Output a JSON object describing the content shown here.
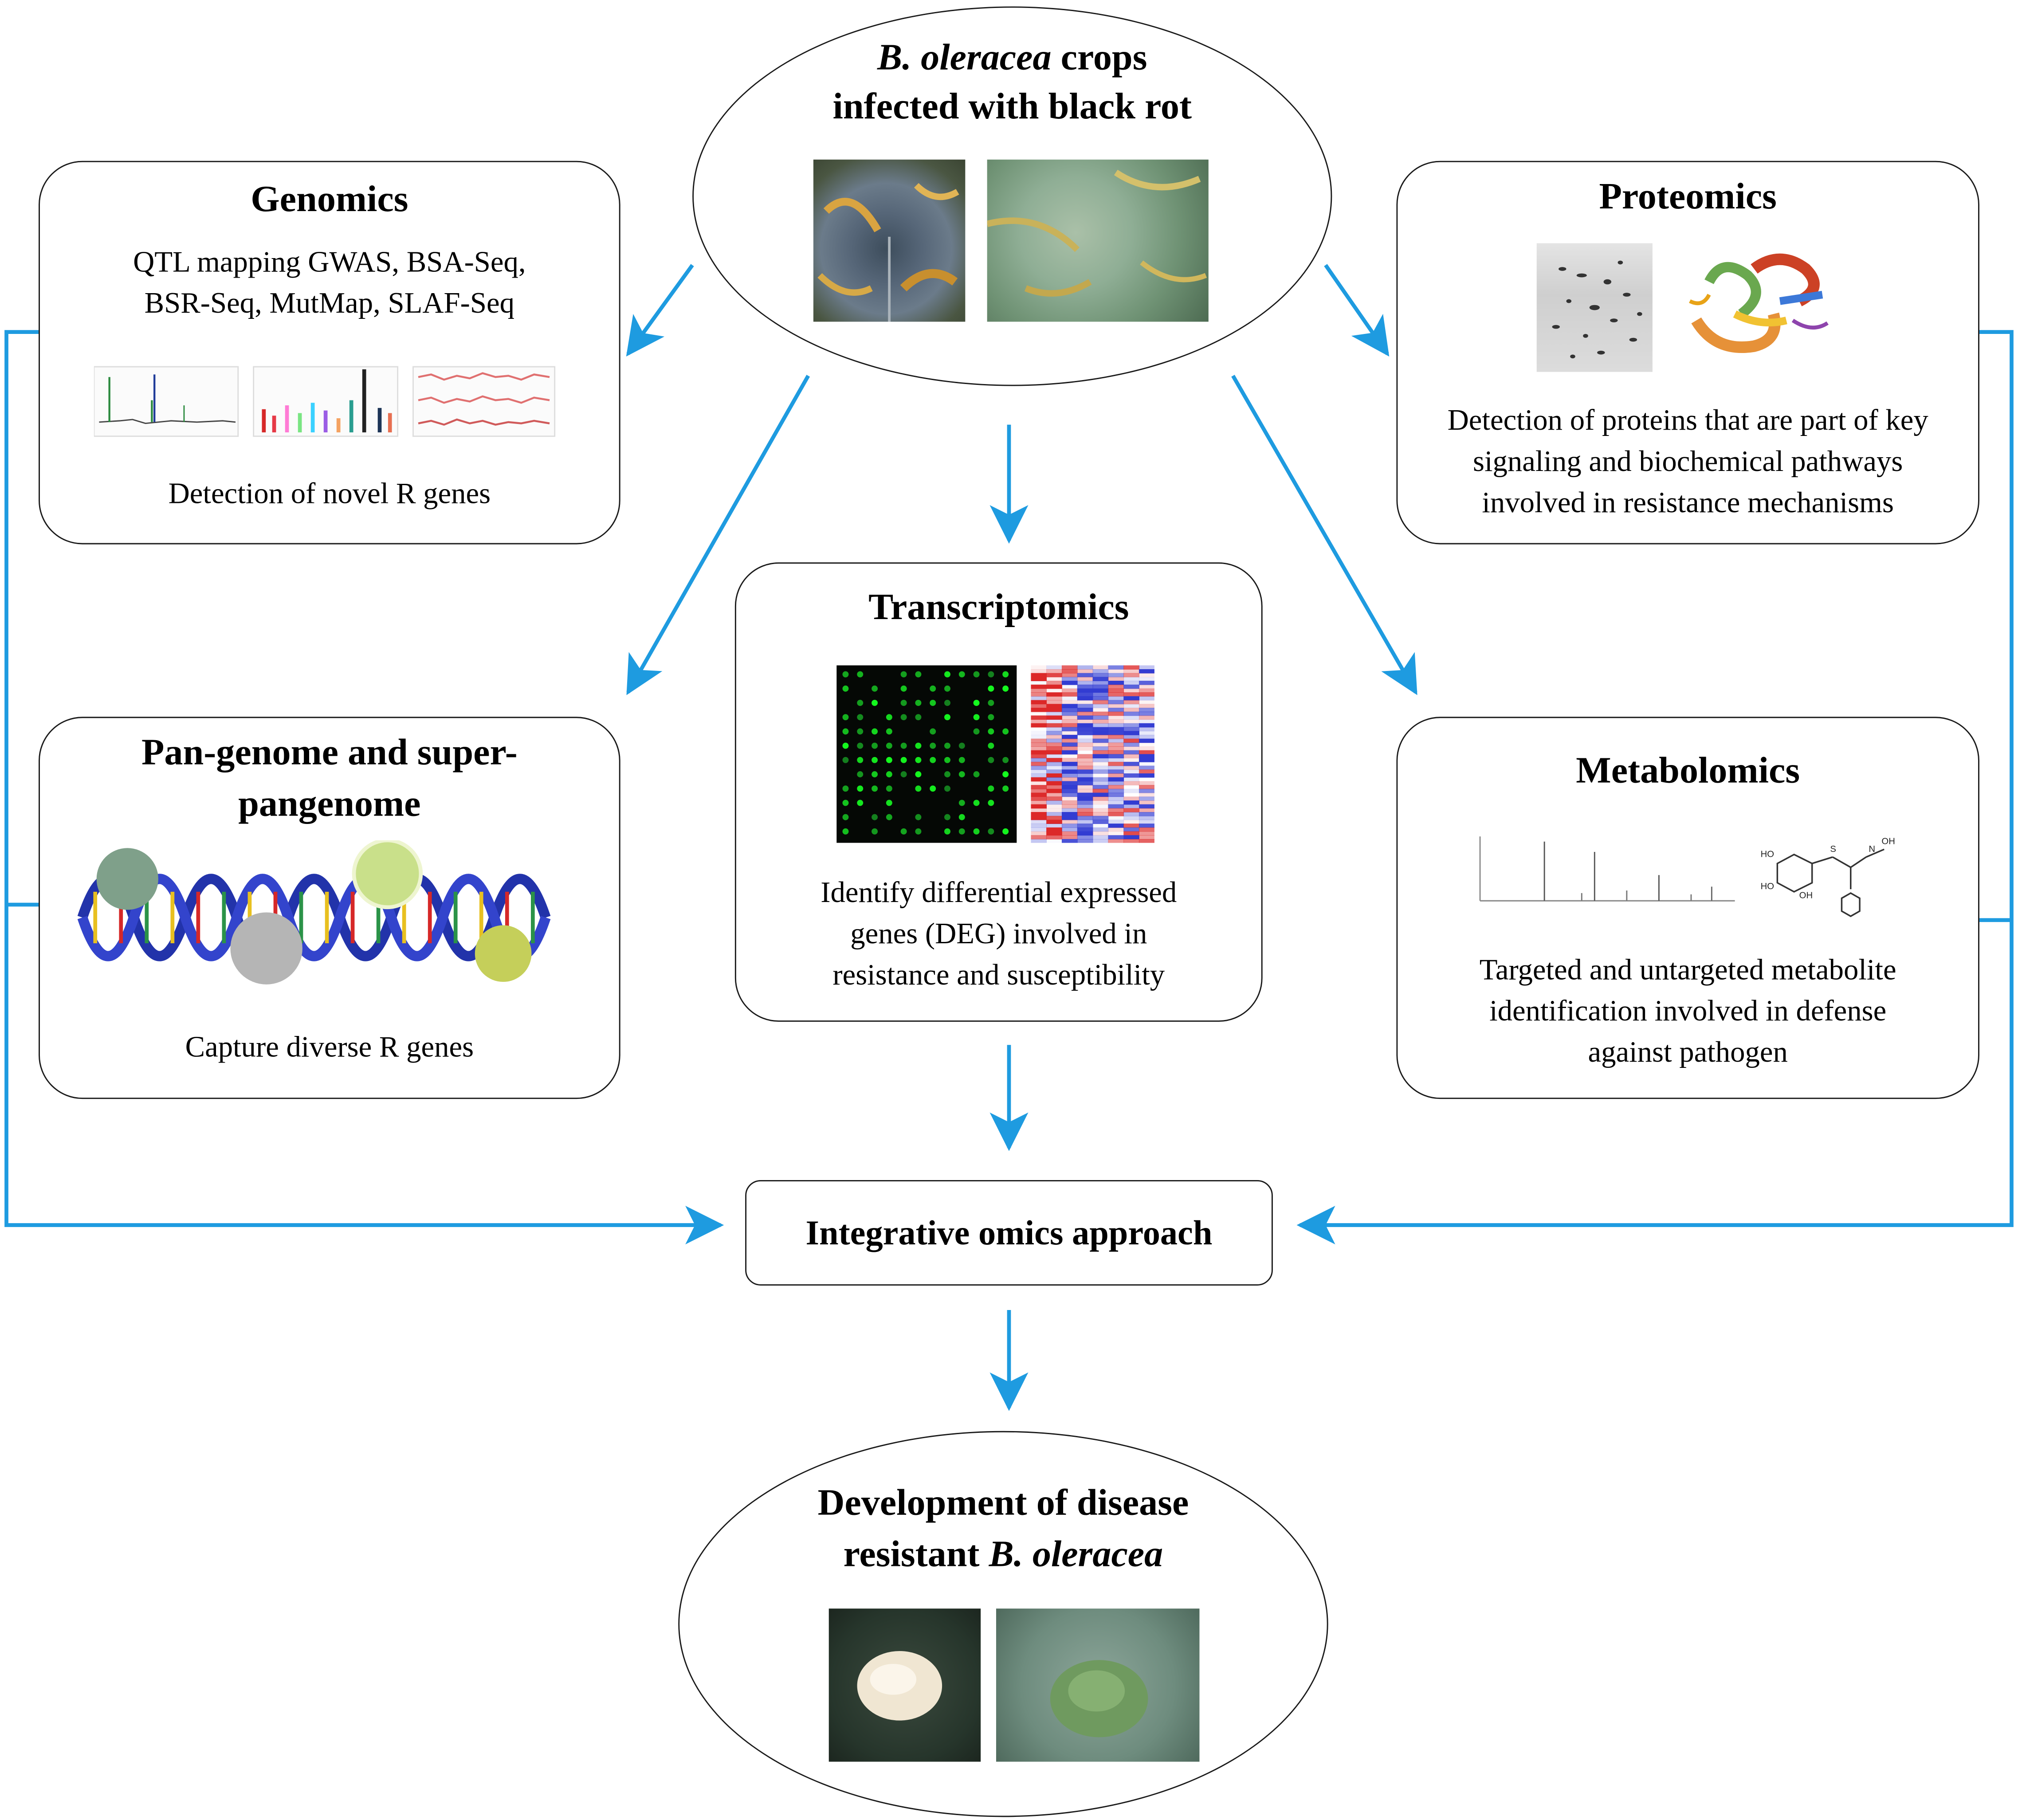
{
  "source": {
    "title_italic": "B. oleracea",
    "title_rest": " crops",
    "title_line2": "infected with black rot"
  },
  "genomics": {
    "title": "Genomics",
    "methods_line1": "QTL mapping GWAS, BSA-Seq,",
    "methods_line2": "BSR-Seq, MutMap, SLAF-Seq",
    "outcome": "Detection of novel R genes"
  },
  "proteomics": {
    "title": "Proteomics",
    "outcome_line1": "Detection of proteins that are part of key",
    "outcome_line2": "signaling and biochemical pathways",
    "outcome_line3": "involved in resistance mechanisms"
  },
  "pangenome": {
    "title_line1": "Pan-genome and super-",
    "title_line2": "pangenome",
    "outcome": "Capture diverse R genes"
  },
  "transcriptomics": {
    "title": "Transcriptomics",
    "outcome_line1": "Identify differential expressed",
    "outcome_line2": "genes (DEG) involved in",
    "outcome_line3": "resistance and susceptibility"
  },
  "metabolomics": {
    "title": "Metabolomics",
    "outcome_line1": "Targeted and untargeted metabolite",
    "outcome_line2": "identification involved in defense",
    "outcome_line3": "against pathogen"
  },
  "integrative": {
    "label": "Integrative omics approach"
  },
  "result": {
    "title_line1": "Development of disease",
    "title_line2_plain": "resistant ",
    "title_line2_italic": "B. oleracea"
  },
  "icons": {
    "arrow": "blue-arrow-icon",
    "helix": "dna-helix-icon",
    "protein": "protein-ribbon-icon",
    "molecule": "chemical-structure-icon"
  },
  "colors": {
    "arrow": "#1e9be0",
    "border": "#1a1a1a"
  }
}
